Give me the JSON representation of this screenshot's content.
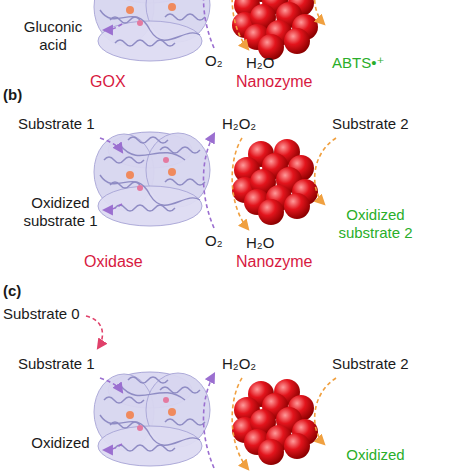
{
  "diagram": {
    "labels": [
      "Gluconic acid",
      "O₂",
      "H₂O",
      "ABTS•⁺",
      "GOX",
      "Nanozyme",
      "(b)",
      "Substrate 1",
      "H₂O₂",
      "Substrate 2",
      "Oxidized substrate 1",
      "O₂",
      "H₂O",
      "Oxidized substrate 2",
      "Oxidase",
      "Nanozyme",
      "(c)",
      "Substrate 0",
      "Substrate 1",
      "H₂O₂",
      "Substrate 2",
      "Oxidized",
      "Oxidized"
    ]
  }
}
